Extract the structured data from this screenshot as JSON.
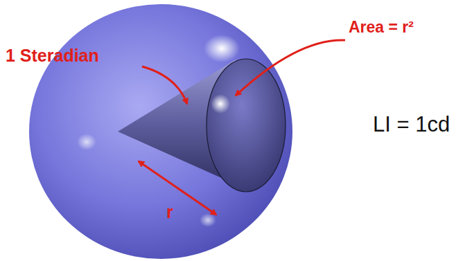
{
  "diagram": {
    "labels": [
      "1 Steradian",
      "Area = r²",
      "r",
      "LI = 1cd"
    ]
  }
}
